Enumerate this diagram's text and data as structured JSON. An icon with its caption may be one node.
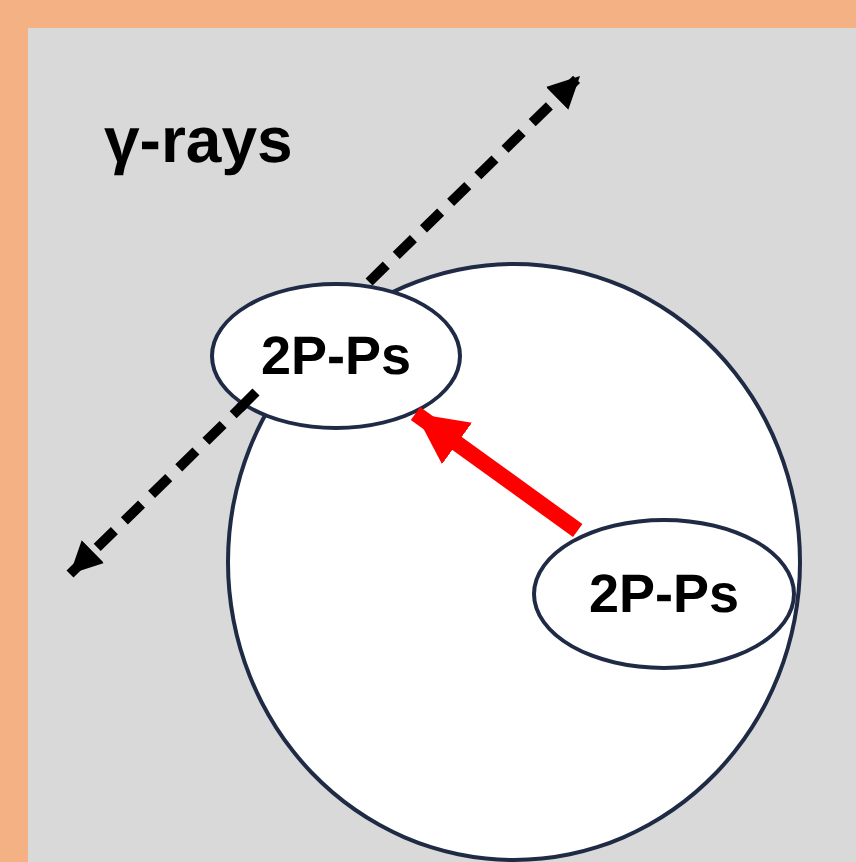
{
  "diagram": {
    "nodes": [
      {
        "text": [],
        "shape": "circle"
      },
      {
        "text": [
          "2P-Ps"
        ]
      },
      {
        "text": [
          "2P-Ps"
        ],
        "in": 0
      }
    ],
    "edges": [
      {
        "from": 2,
        "to": 1,
        "arrow": "to",
        "color": "#ff0000"
      }
    ],
    "labels": [
      "γ-rays"
    ]
  }
}
